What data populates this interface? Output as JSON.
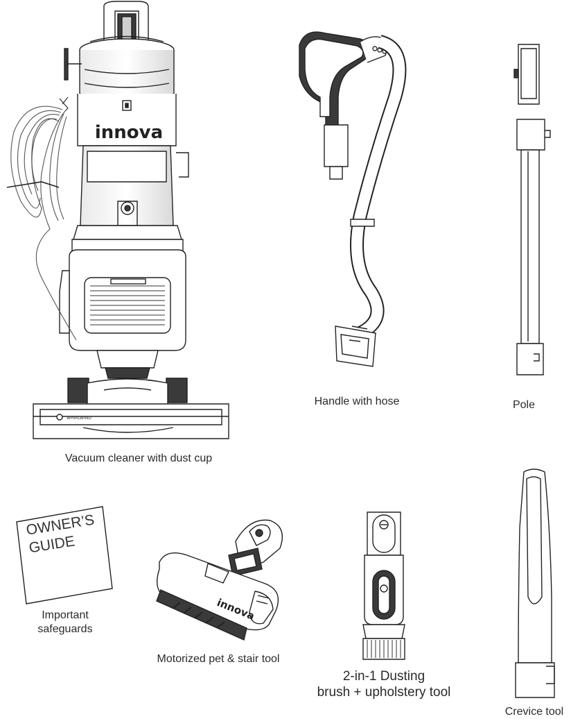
{
  "items": {
    "vacuum": {
      "caption": "Vacuum cleaner with dust cup",
      "brand_mark": "innova",
      "icon": "vacuum-icon"
    },
    "handle_hose": {
      "caption": "Handle with hose",
      "icon": "handle-hose-icon"
    },
    "pole": {
      "caption": "Pole",
      "icon": "pole-icon"
    },
    "owners_guide": {
      "line1": "OWNER’S",
      "line2": "GUIDE",
      "caption_line1": "Important",
      "caption_line2": "safeguards",
      "icon": "booklet-icon"
    },
    "pet_tool": {
      "caption": "Motorized pet & stair tool",
      "brand_mark": "innova",
      "icon": "pet-tool-icon"
    },
    "dusting_brush": {
      "caption_line1": "2-in-1 Dusting",
      "caption_line2": "brush + upholstery tool",
      "icon": "dusting-brush-icon"
    },
    "crevice": {
      "caption": "Crevice tool",
      "icon": "crevice-tool-icon"
    }
  },
  "colors": {
    "line": "#222222",
    "fill_dark": "#3a3a3a",
    "fill_mid": "#9a9a9a",
    "fill_light": "#e6e6e6"
  }
}
